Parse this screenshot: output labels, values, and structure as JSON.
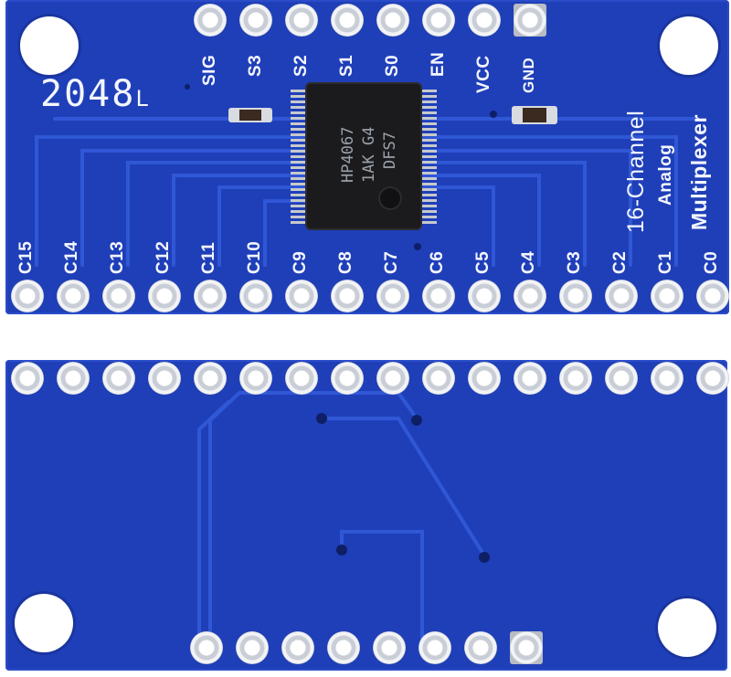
{
  "image": {
    "subject": "16-channel analog multiplexer breakout board, top and bottom views"
  },
  "top_board": {
    "header_labels": [
      "SIG",
      "S3",
      "S2",
      "S1",
      "S0",
      "EN",
      "VCC",
      "GND"
    ],
    "channel_labels": [
      "C15",
      "C14",
      "C13",
      "C12",
      "C11",
      "C10",
      "C9",
      "C8",
      "C7",
      "C6",
      "C5",
      "C4",
      "C3",
      "C2",
      "C1",
      "C0"
    ],
    "board_number": "2048",
    "board_number_suffix": "L",
    "title_line1": "16-Channel",
    "title_line2": "Analog",
    "title_line3": "Multiplexer",
    "chip_marking": {
      "line1": "HP4067",
      "line2": "1AK G4",
      "line3": "DFS7"
    }
  },
  "colors": {
    "pcb_blue": "#1f3fb8",
    "silkscreen": "#f4f6ff",
    "chip_body": "#1b1b1e"
  }
}
